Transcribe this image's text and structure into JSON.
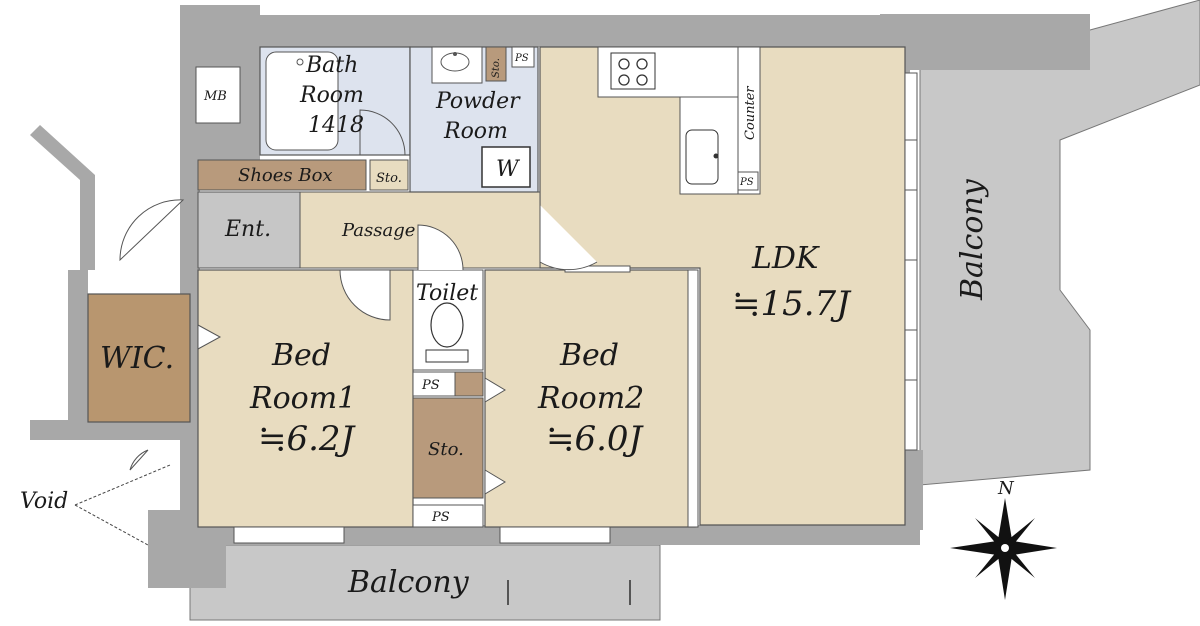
{
  "labels": {
    "bath_room_1": "Bath",
    "bath_room_2": "Room",
    "bath_room_3": "1418",
    "powder_room_1": "Powder",
    "powder_room_2": "Room",
    "mb": "MB",
    "sto": "Sto.",
    "ps": "PS",
    "washer": "W",
    "shoes_box": "Shoes Box",
    "ent": "Ent.",
    "passage": "Passage",
    "counter": "Counter",
    "ldk": "LDK",
    "ldk_size": "≒15.7J",
    "toilet": "Toilet",
    "bed1_1": "Bed",
    "bed1_2": "Room1",
    "bed1_size": "≒6.2J",
    "bed2_1": "Bed",
    "bed2_2": "Room2",
    "bed2_size": "≒6.0J",
    "wic": "WIC.",
    "storage_sto": "Sto.",
    "void": "Void",
    "balcony_bottom": "Balcony",
    "balcony_right": "Balcony",
    "north": "N"
  },
  "colors": {
    "wall": "#a8a8a8",
    "wall_dark": "#8e8e8e",
    "balcony": "#c8c8c8",
    "floor_beige": "#e8dcc0",
    "bath_blue": "#dde3ee",
    "wood": "#b89a7c",
    "wic": "#b8966f",
    "ent_gray": "#c6c6c6"
  }
}
